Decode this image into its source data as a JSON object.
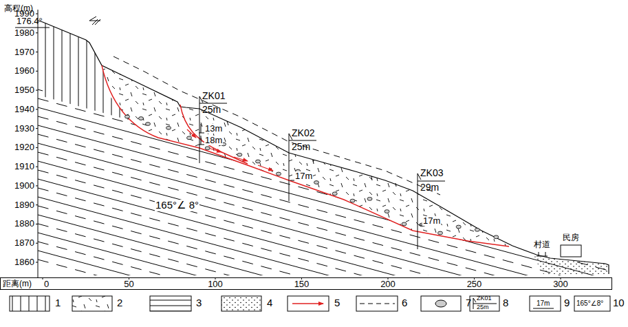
{
  "diagram": {
    "labels": [
      "高程(m)",
      "1990",
      "1980",
      "1970",
      "1960",
      "1950",
      "1940",
      "1930",
      "1920",
      "1910",
      "1900",
      "1890",
      "1880",
      "1870",
      "1860",
      "176.4°",
      "ZK01",
      "25m",
      "ZK02",
      "25m",
      "ZK03",
      "29m",
      "13m",
      "18m",
      "17m",
      "17m",
      "165°∠ 8°",
      "村道",
      "民房",
      "距离(m)",
      "0",
      "50",
      "100",
      "150",
      "200",
      "250",
      "300",
      "ZK01",
      "25m",
      "17m",
      "165°∠8°"
    ],
    "legend": [
      {
        "text": "1"
      },
      {
        "text": "2"
      },
      {
        "text": "3"
      },
      {
        "text": "4"
      },
      {
        "text": "5"
      },
      {
        "text": "6"
      },
      {
        "text": "7"
      },
      {
        "text": "8"
      },
      {
        "text": "9"
      },
      {
        "text": "10"
      }
    ]
  }
}
